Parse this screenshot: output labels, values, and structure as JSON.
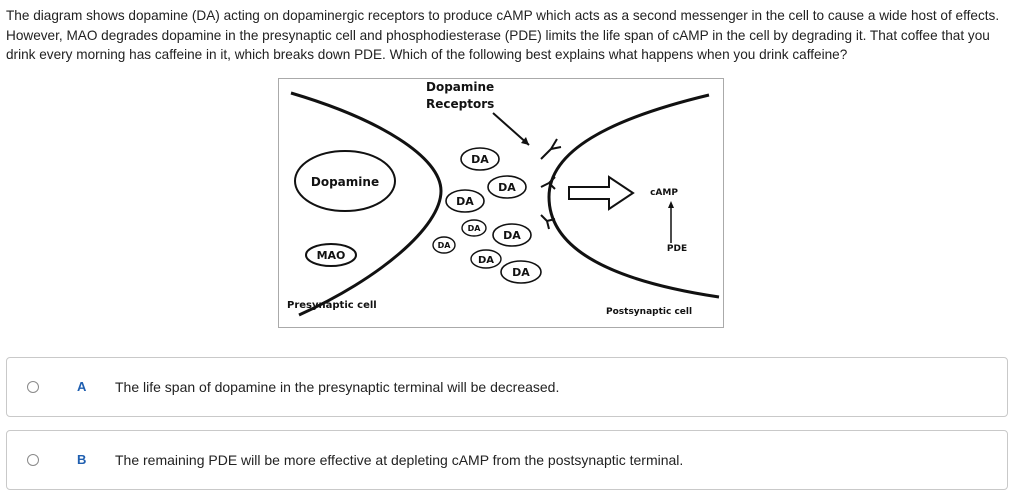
{
  "question": {
    "text": "The diagram shows dopamine (DA) acting on dopaminergic receptors to produce cAMP which acts as a second messenger in the cell to cause a wide host of effects. However, MAO degrades dopamine in the presynaptic cell and phosphodiesterase (PDE) limits the life span of cAMP in the cell by degrading it. That coffee that you drink every morning has caffeine in it, which breaks down PDE. Which of the following best explains what happens when you drink caffeine?"
  },
  "diagram": {
    "receptors_label_line1": "Dopamine",
    "receptors_label_line2": "Receptors",
    "dopamine_label": "Dopamine",
    "mao_label": "MAO",
    "camp_label": "cAMP",
    "pde_label": "PDE",
    "presynaptic_label": "Presynaptic cell",
    "postsynaptic_label": "Postsynaptic cell",
    "da_label": "DA"
  },
  "options": [
    {
      "letter": "A",
      "text": "The life span of dopamine in the presynaptic terminal will be decreased."
    },
    {
      "letter": "B",
      "text": "The remaining PDE will be more effective at depleting cAMP from the postsynaptic terminal."
    }
  ],
  "colors": {
    "option_letter": "#1f5fb0",
    "border": "#c9c9c9"
  }
}
